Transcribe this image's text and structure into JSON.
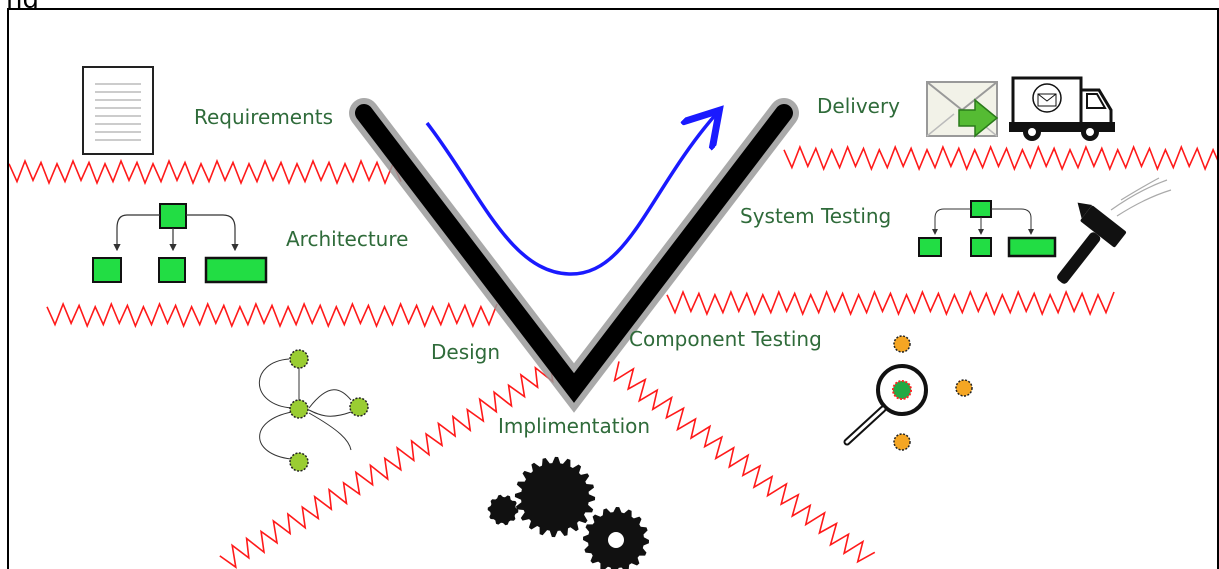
{
  "page": {
    "title_fragment": "ng"
  },
  "stages": {
    "requirements": "Requirements",
    "architecture": "Architecture",
    "design": "Design",
    "implementation": "Implimentation",
    "component_testing": "Component Testing",
    "system_testing": "System Testing",
    "delivery": "Delivery"
  },
  "colors": {
    "label": "#2f6b3a",
    "v_shape": "#000000",
    "v_shadow": "#9a9a9a",
    "flow_arrow": "#1a1aff",
    "boundary": "#ff1a1a",
    "box_fill": "#22dd44",
    "node_fill": "#9acd32",
    "orange_node": "#f5a623"
  },
  "icons": [
    "document-icon",
    "architecture-tree-icon",
    "design-graph-icon",
    "gears-icon",
    "magnifier-icon",
    "hammer-icon",
    "system-tree-icon",
    "email-send-icon",
    "delivery-truck-icon"
  ]
}
